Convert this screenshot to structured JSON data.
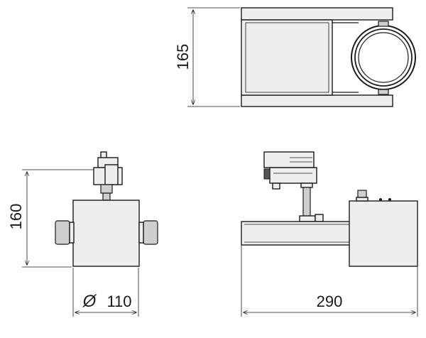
{
  "dimensions": {
    "top_height": "165",
    "side_height": "160",
    "front_diameter_symbol": "Ø",
    "front_diameter": "110",
    "side_length": "290"
  }
}
